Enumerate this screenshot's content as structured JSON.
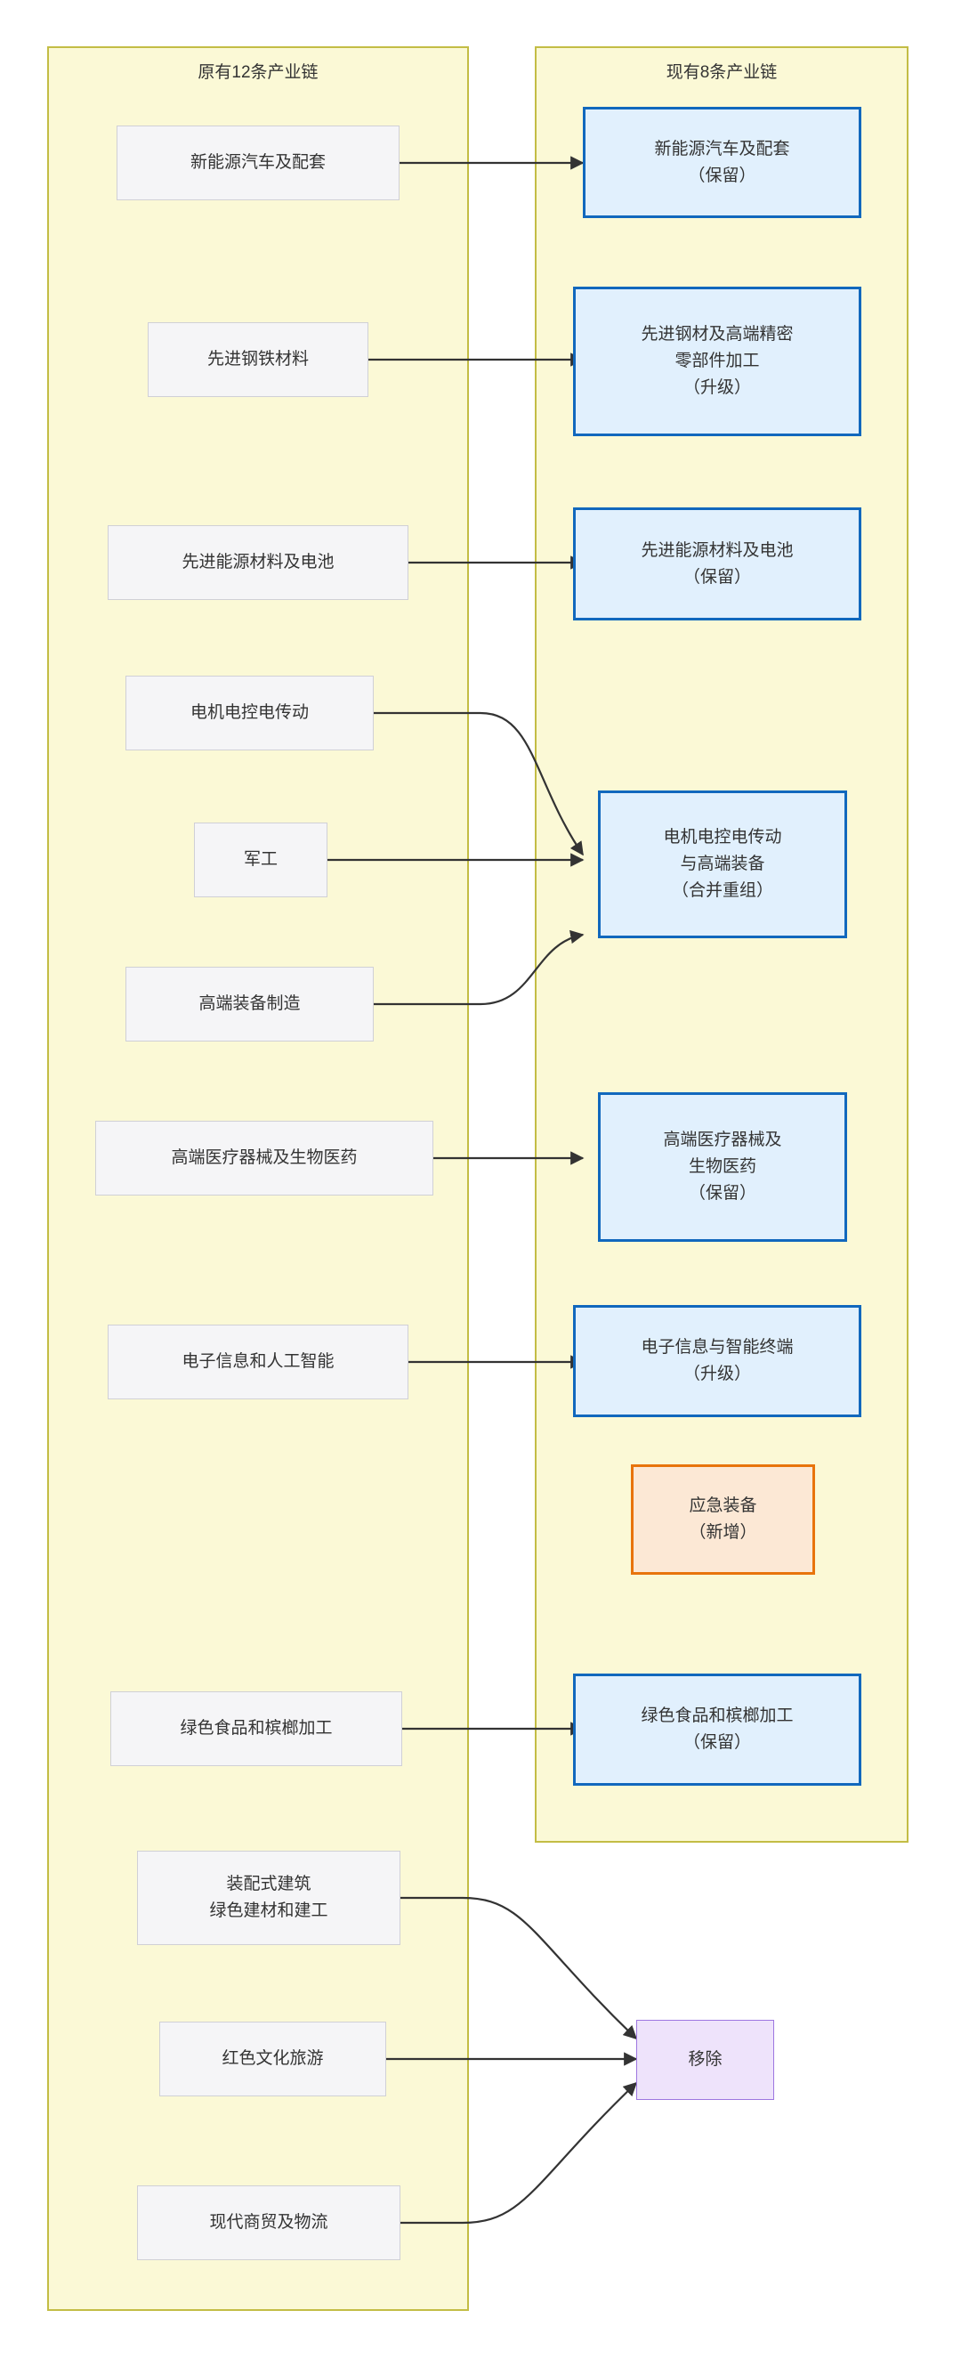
{
  "colors": {
    "cluster_fill": "#fbf9d6",
    "cluster_border": "#c3bd45",
    "old_fill": "#f5f5f7",
    "old_border": "#d0d0d6",
    "keep_fill": "#e1f0fd",
    "keep_border": "#1168bd",
    "new_fill": "#fce8d5",
    "new_border": "#e8740c",
    "removed_fill": "#eee3fb",
    "removed_border": "#9e77e0",
    "edge": "#333333"
  },
  "clusters": {
    "old": {
      "title": "原有12条产业链"
    },
    "current": {
      "title": "现有8条产业链"
    }
  },
  "old_chain_nodes": [
    {
      "id": "old-nev",
      "label": "新能源汽车及配套"
    },
    {
      "id": "old-steel",
      "label": "先进钢铁材料"
    },
    {
      "id": "old-energy",
      "label": "先进能源材料及电池"
    },
    {
      "id": "old-motor",
      "label": "电机电控电传动"
    },
    {
      "id": "old-military",
      "label": "军工"
    },
    {
      "id": "old-equipment",
      "label": "高端装备制造"
    },
    {
      "id": "old-medical",
      "label": "高端医疗器械及生物医药"
    },
    {
      "id": "old-electronic",
      "label": "电子信息和人工智能"
    },
    {
      "id": "old-food",
      "label": "绿色食品和槟榔加工"
    },
    {
      "id": "old-build",
      "label": "装配式建筑\n绿色建材和建工"
    },
    {
      "id": "old-tourism",
      "label": "红色文化旅游"
    },
    {
      "id": "old-logistics",
      "label": "现代商贸及物流"
    }
  ],
  "current_chain_nodes": [
    {
      "id": "new-nev",
      "label": "新能源汽车及配套\n（保留）",
      "status": "保留"
    },
    {
      "id": "new-steel",
      "label": "先进钢材及高端精密\n零部件加工\n（升级）",
      "status": "升级"
    },
    {
      "id": "new-energy",
      "label": "先进能源材料及电池\n（保留）",
      "status": "保留"
    },
    {
      "id": "new-motor",
      "label": "电机电控电传动\n与高端装备\n（合并重组）",
      "status": "合并重组"
    },
    {
      "id": "new-medical",
      "label": "高端医疗器械及\n生物医药\n（保留）",
      "status": "保留"
    },
    {
      "id": "new-electronic",
      "label": "电子信息与智能终端\n（升级）",
      "status": "升级"
    },
    {
      "id": "new-emergency",
      "label": "应急装备\n（新增）",
      "status": "新增"
    },
    {
      "id": "new-food",
      "label": "绿色食品和槟榔加工\n（保留）",
      "status": "保留"
    }
  ],
  "removed_node": {
    "id": "removed",
    "label": "移除"
  }
}
